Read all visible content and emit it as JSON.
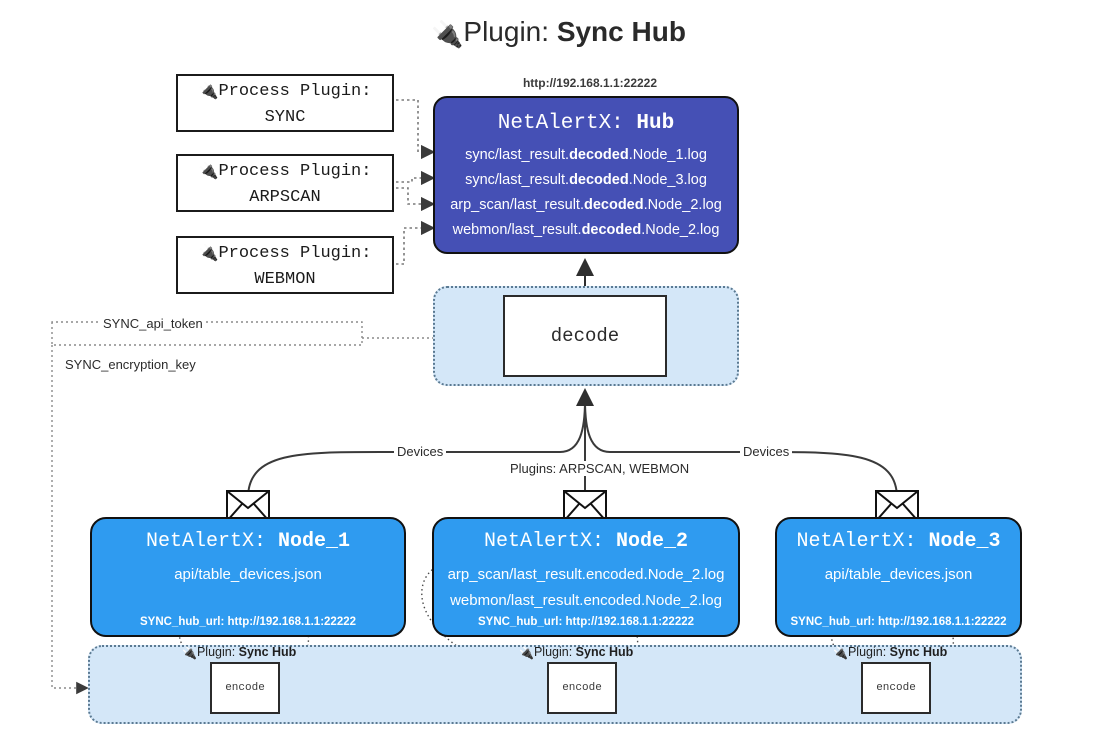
{
  "title": {
    "icon": "plug-icon",
    "prefix": "Plugin:",
    "name": "Sync Hub"
  },
  "process_plugins": [
    {
      "icon": "plug-icon",
      "line1": "Process Plugin:",
      "line2": "SYNC"
    },
    {
      "icon": "plug-icon",
      "line1": "Process Plugin:",
      "line2": "ARPSCAN"
    },
    {
      "icon": "plug-icon",
      "line1": "Process Plugin:",
      "line2": "WEBMON"
    }
  ],
  "hub": {
    "url": "http://192.168.1.1:22222",
    "title_prefix": "NetAlertX:",
    "title_name": "Hub",
    "logs": [
      {
        "pre": "sync/last_result.",
        "mid": "decoded",
        "post": ".Node_1.log"
      },
      {
        "pre": "sync/last_result.",
        "mid": "decoded",
        "post": ".Node_3.log"
      },
      {
        "pre": "arp_scan/last_result.",
        "mid": "decoded",
        "post": ".Node_2.log"
      },
      {
        "pre": "webmon/last_result.",
        "mid": "decoded",
        "post": ".Node_2.log"
      }
    ],
    "color": "#4550b5"
  },
  "decode": {
    "label": "decode",
    "band_color": "#d4e7f8"
  },
  "secrets": [
    {
      "label": "SYNC_api_token"
    },
    {
      "label": "SYNC_encryption_key"
    }
  ],
  "edge_labels": {
    "devices_left": "Devices",
    "devices_right": "Devices",
    "plugins_center": "Plugins: ARPSCAN, WEBMON"
  },
  "nodes": [
    {
      "title_prefix": "NetAlertX:",
      "title_name": "Node_1",
      "lines": [
        "api/table_devices.json"
      ],
      "footer": "SYNC_hub_url: http://192.168.1.1:22222",
      "icon": "envelope-icon",
      "color": "#2f9bf0"
    },
    {
      "title_prefix": "NetAlertX:",
      "title_name": "Node_2",
      "lines": [
        "arp_scan/last_result.encoded.Node_2.log",
        "webmon/last_result.encoded.Node_2.log"
      ],
      "footer": "SYNC_hub_url: http://192.168.1.1:22222",
      "icon": "envelope-icon",
      "color": "#2f9bf0"
    },
    {
      "title_prefix": "NetAlertX:",
      "title_name": "Node_3",
      "lines": [
        "api/table_devices.json"
      ],
      "footer": "SYNC_hub_url: http://192.168.1.1:22222",
      "icon": "envelope-icon",
      "color": "#2f9bf0"
    }
  ],
  "encoders": [
    {
      "icon": "plug-icon",
      "prefix": "Plugin:",
      "name": "Sync Hub",
      "box_label": "encode"
    },
    {
      "icon": "plug-icon",
      "prefix": "Plugin:",
      "name": "Sync Hub",
      "box_label": "encode"
    },
    {
      "icon": "plug-icon",
      "prefix": "Plugin:",
      "name": "Sync Hub",
      "box_label": "encode"
    }
  ]
}
